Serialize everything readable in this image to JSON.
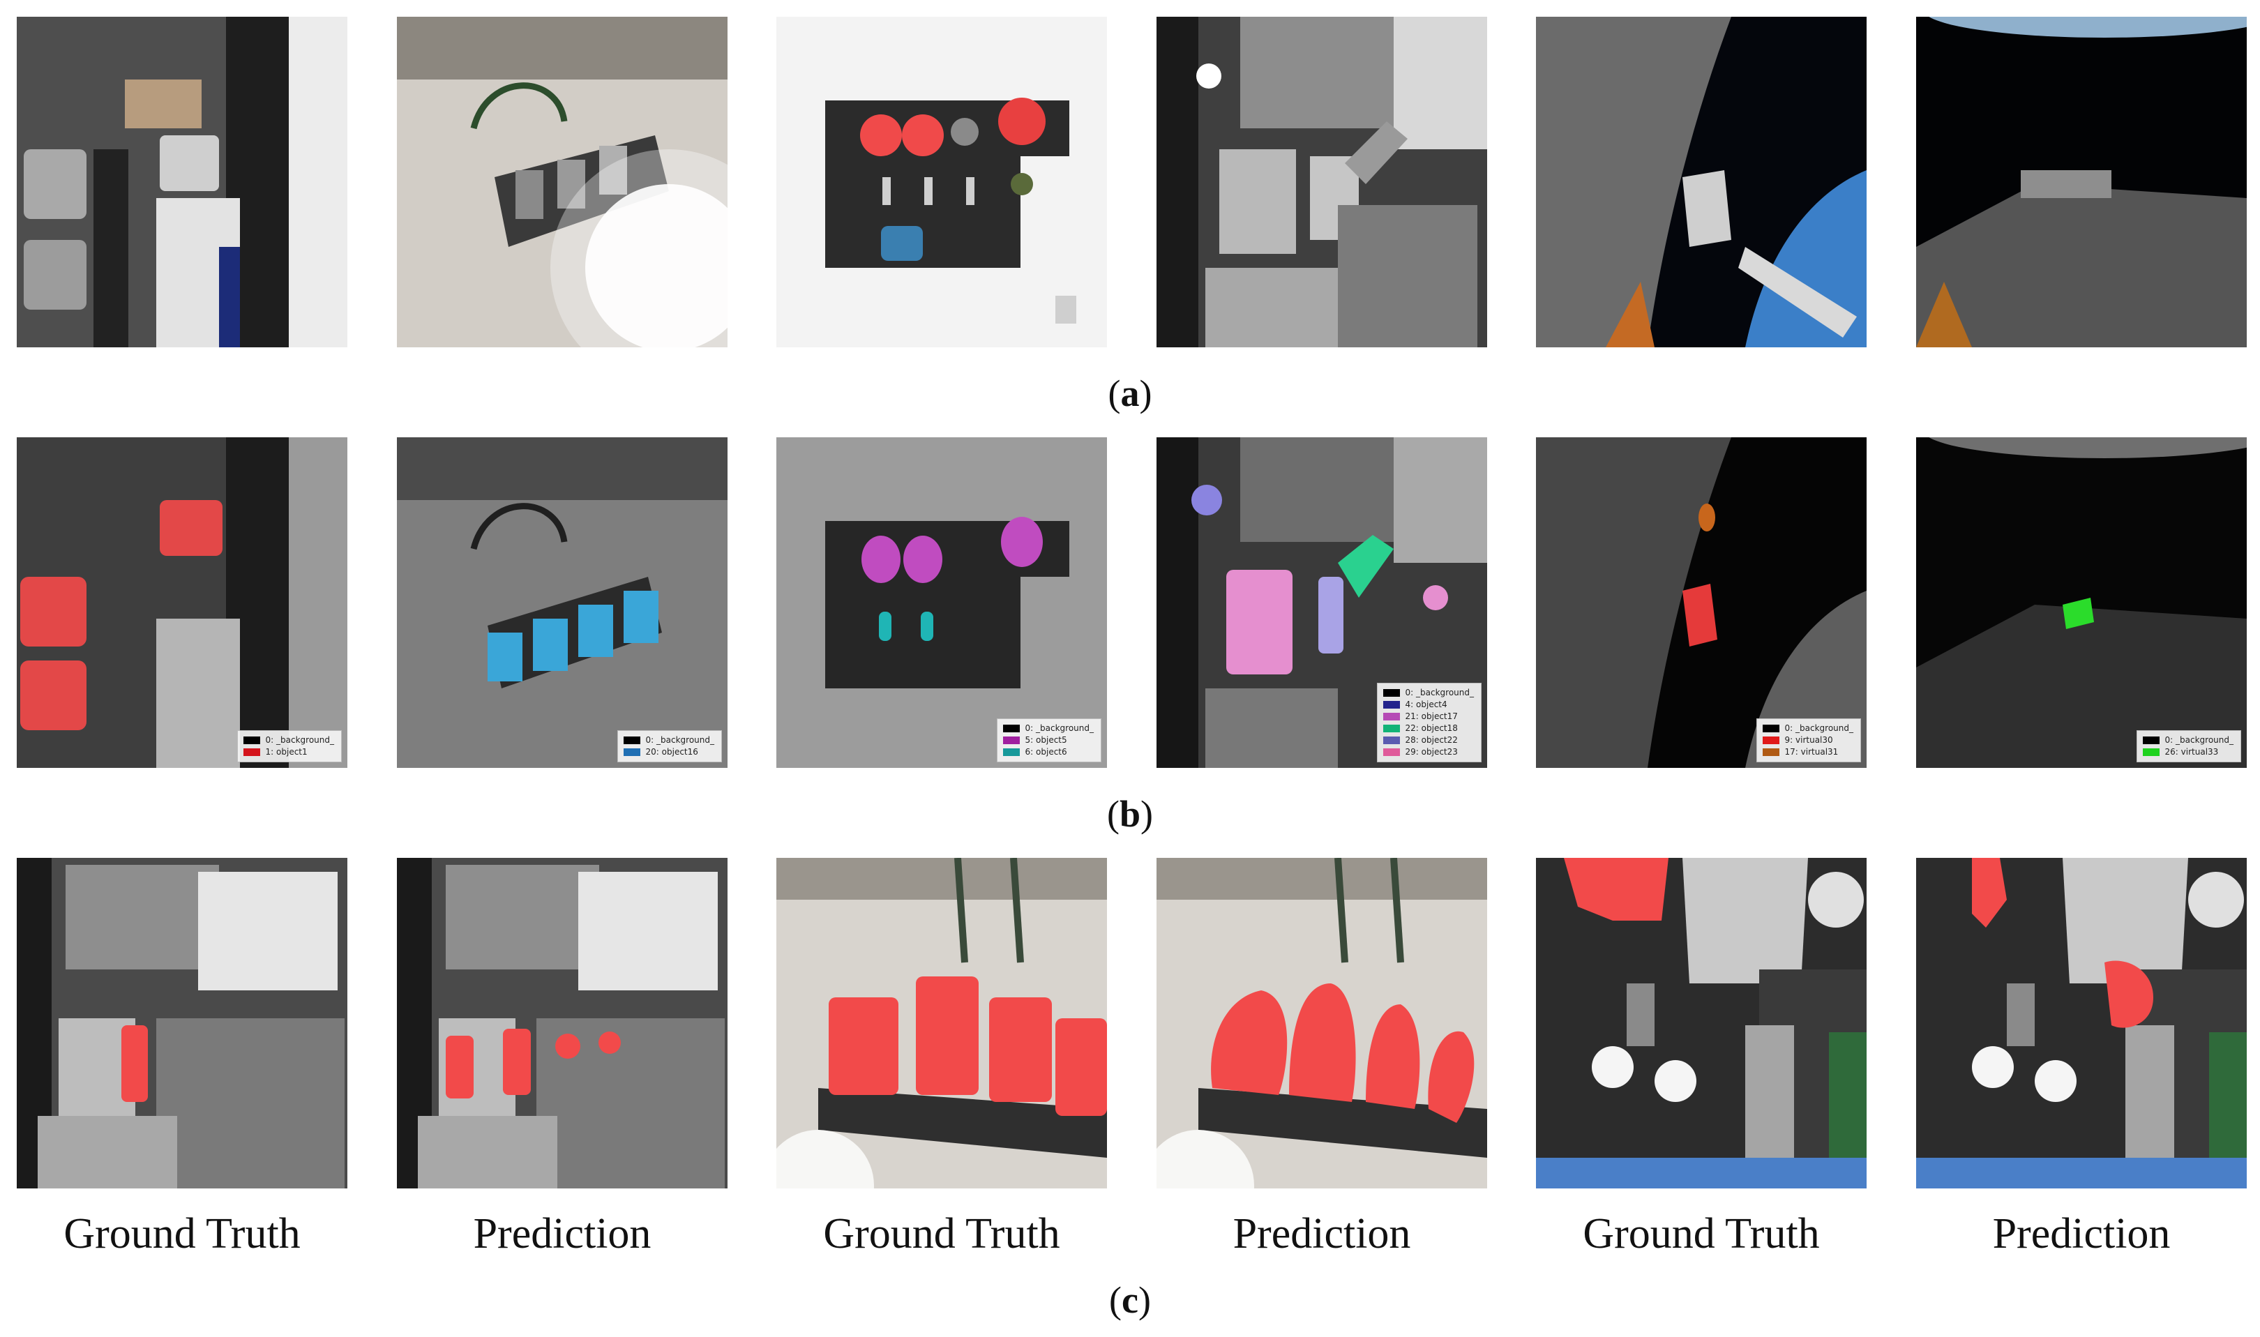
{
  "row_labels": {
    "a": {
      "open": "(",
      "letter": "a",
      "close": ")"
    },
    "b": {
      "open": "(",
      "letter": "b",
      "close": ")"
    },
    "c": {
      "open": "(",
      "letter": "c",
      "close": ")"
    }
  },
  "captions": [
    "Ground Truth",
    "Prediction",
    "Ground Truth",
    "Prediction",
    "Ground Truth",
    "Prediction"
  ],
  "legends": [
    {
      "items": [
        {
          "label": "0: _background_",
          "color": "#000000"
        },
        {
          "label": "1: object1",
          "color": "#d4141c"
        }
      ]
    },
    {
      "items": [
        {
          "label": "0: _background_",
          "color": "#000000"
        },
        {
          "label": "20: object16",
          "color": "#1f6fb4"
        }
      ]
    },
    {
      "items": [
        {
          "label": "0: _background_",
          "color": "#000000"
        },
        {
          "label": "5: object5",
          "color": "#a020a0"
        },
        {
          "label": "6: object6",
          "color": "#17999a"
        }
      ]
    },
    {
      "items": [
        {
          "label": "0: _background_",
          "color": "#000000"
        },
        {
          "label": "4: object4",
          "color": "#23238c"
        },
        {
          "label": "21: object17",
          "color": "#b54ab5"
        },
        {
          "label": "22: object18",
          "color": "#12b377"
        },
        {
          "label": "28: object22",
          "color": "#5b5bb0"
        },
        {
          "label": "29: object23",
          "color": "#e05a9a"
        }
      ]
    },
    {
      "items": [
        {
          "label": "0: _background_",
          "color": "#000000"
        },
        {
          "label": "9: virtual30",
          "color": "#e01a1a"
        },
        {
          "label": "17: virtual31",
          "color": "#b05a14"
        }
      ]
    },
    {
      "items": [
        {
          "label": "0: _background_",
          "color": "#000000"
        },
        {
          "label": "26: virtual33",
          "color": "#1ed21e"
        }
      ]
    }
  ],
  "colors": {
    "mask_red": "#f24a4a",
    "background": "#ffffff"
  }
}
